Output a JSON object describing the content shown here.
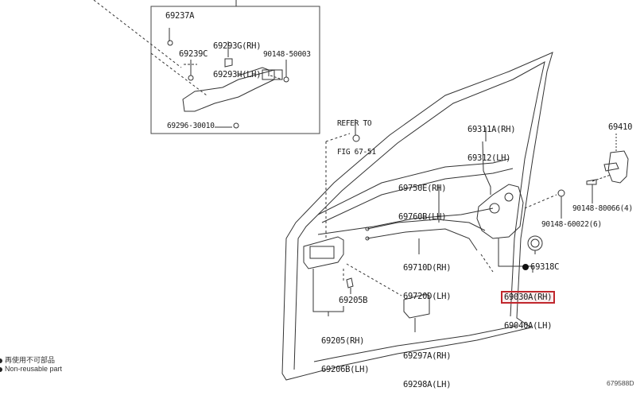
{
  "diagram": {
    "figure_code": "679588D",
    "inset_parts": [
      {
        "id": "inset-69237a",
        "lines": [
          "69237A"
        ]
      },
      {
        "id": "inset-69293g",
        "lines": [
          "69293G(RH)",
          "69293H(LH)"
        ]
      },
      {
        "id": "inset-69239c",
        "lines": [
          "69239C"
        ]
      },
      {
        "id": "inset-90148-50003",
        "lines": [
          "90148-50003"
        ]
      },
      {
        "id": "inset-69296-30010",
        "lines": [
          "69296-30010"
        ]
      }
    ],
    "parts": [
      {
        "id": "refer-fig",
        "lines": [
          "REFER TO",
          "FIG 67-51"
        ]
      },
      {
        "id": "69311a",
        "lines": [
          "69311A(RH)",
          "69312(LH)"
        ]
      },
      {
        "id": "69410",
        "lines": [
          "69410"
        ]
      },
      {
        "id": "69750e",
        "lines": [
          "69750E(RH)",
          "69760B(LH)"
        ]
      },
      {
        "id": "90148-80066",
        "lines": [
          "90148-80066(4)"
        ]
      },
      {
        "id": "90148-60022",
        "lines": [
          "90148-60022(6)"
        ]
      },
      {
        "id": "69318c",
        "lines": [
          "69318C"
        ],
        "non_reusable": true
      },
      {
        "id": "69710d",
        "lines": [
          "69710D(RH)",
          "69720D(LH)"
        ]
      },
      {
        "id": "69030a",
        "lines": [
          "69030A(RH)",
          "69040A(LH)"
        ],
        "highlighted": true
      },
      {
        "id": "69205b",
        "lines": [
          "69205B"
        ]
      },
      {
        "id": "69205",
        "lines": [
          "69205(RH)",
          "69206B(LH)"
        ]
      },
      {
        "id": "69297a",
        "lines": [
          "69297A(RH)",
          "69298A(LH)"
        ]
      }
    ],
    "legend": [
      {
        "label": "再使用不可部品"
      },
      {
        "label": "Non-reusable part"
      }
    ],
    "colors": {
      "highlight": "#c0272d",
      "line": "#222222"
    }
  }
}
